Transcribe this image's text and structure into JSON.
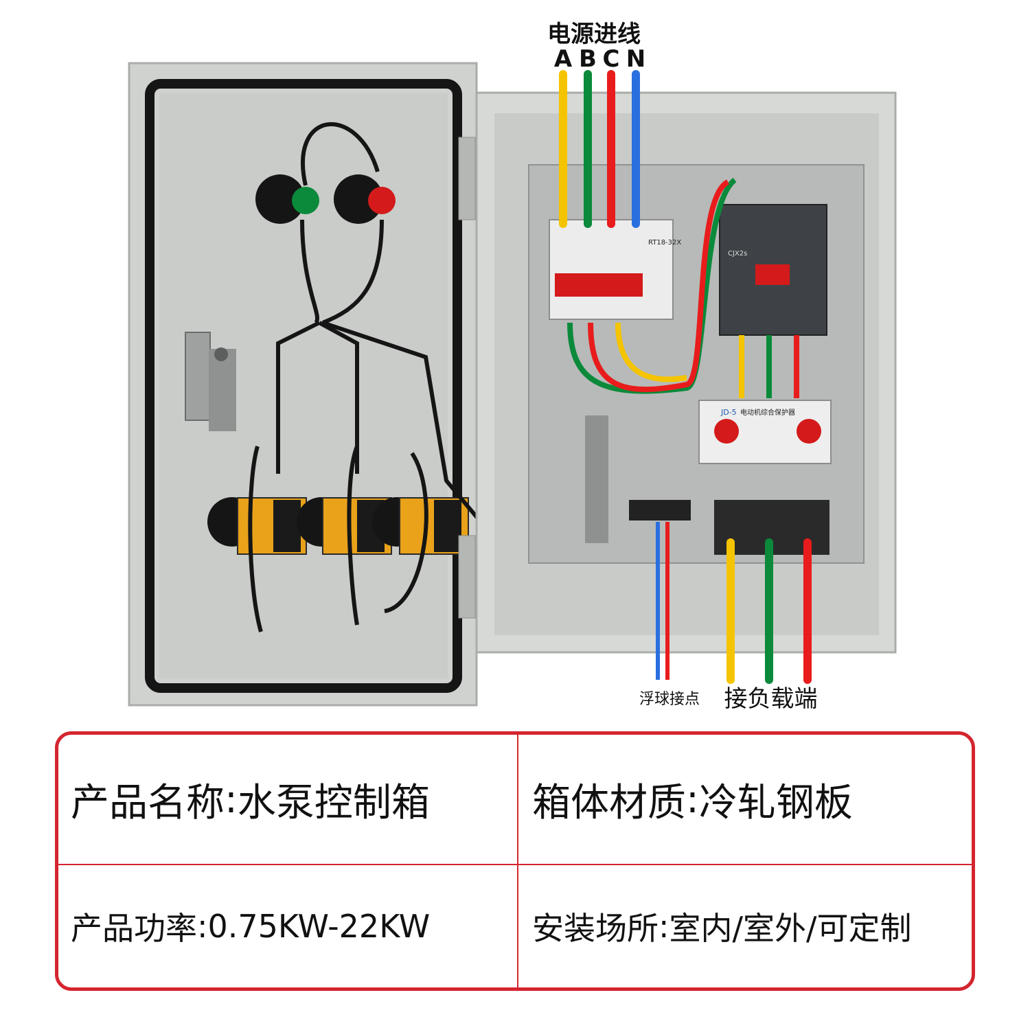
{
  "labels": {
    "power_in": "电源进线",
    "phases": [
      "A",
      "B",
      "C",
      "N"
    ],
    "float_contact": "浮球接点",
    "load_end": "接负载端"
  },
  "device_text": {
    "breaker_model": "RT18-32X",
    "contactor_model": "CJX2s",
    "protector_model": "JD-5",
    "protector_name": "电动机综合保护器"
  },
  "specs": [
    {
      "key": "产品名称",
      "value": "水泵控制箱"
    },
    {
      "key": "箱体材质",
      "value": "冷轧钢板"
    },
    {
      "key": "产品功率",
      "value": "0.75KW-22KW"
    },
    {
      "key": "安装场所",
      "value": "室内/室外/可定制"
    }
  ],
  "colors": {
    "wire_a": "#f5c400",
    "wire_b": "#0a8a3a",
    "wire_c": "#e81c1c",
    "wire_n": "#2a6fe0",
    "frame": "#d4252f",
    "cabinet": "#d8dbd7"
  }
}
